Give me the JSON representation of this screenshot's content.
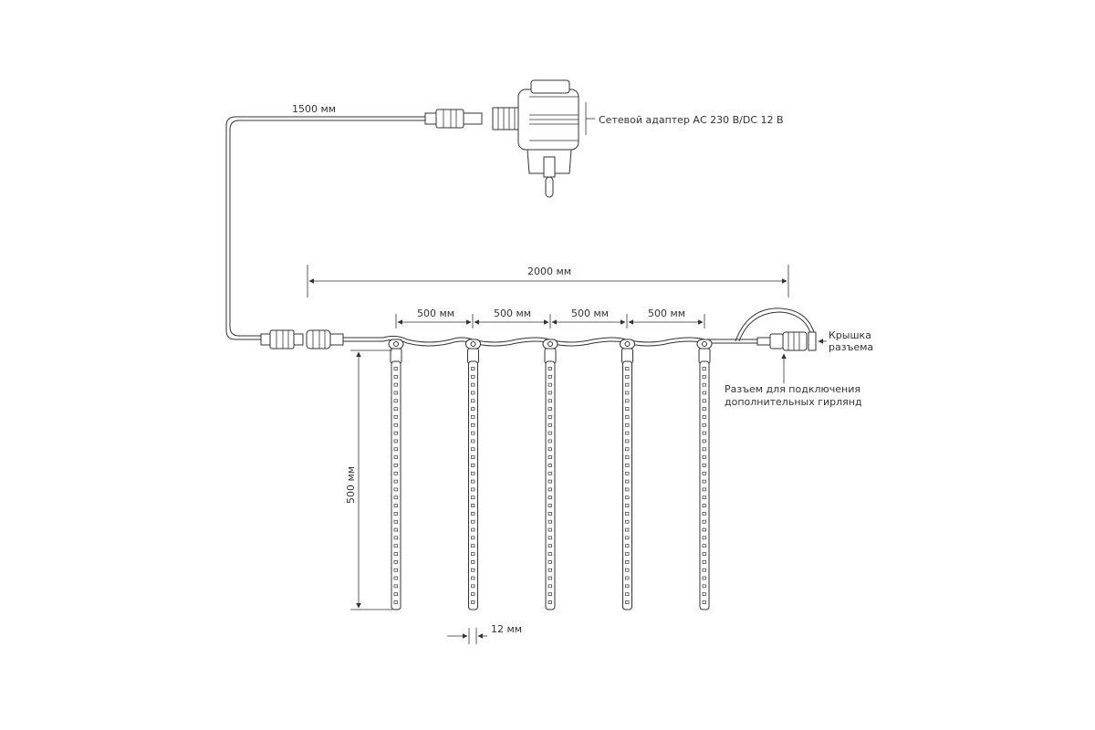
{
  "colors": {
    "line": "#333333",
    "background": "#ffffff"
  },
  "labels": {
    "cable_length": "1500 мм",
    "adapter": "Сетевой адаптер АС 230 В/DC 12 В",
    "total_length": "2000 мм",
    "spacing": [
      "500 мм",
      "500 мм",
      "500 мм",
      "500 мм"
    ],
    "tube_length": "500 мм",
    "tube_diameter": "12 мм",
    "cap_line1": "Крышка",
    "cap_line2": "разъема",
    "connector_line1": "Разъем для подключения",
    "connector_line2": "дополнительных гирлянд"
  },
  "tubes": {
    "count": 5,
    "leds_per_tube": 30
  }
}
